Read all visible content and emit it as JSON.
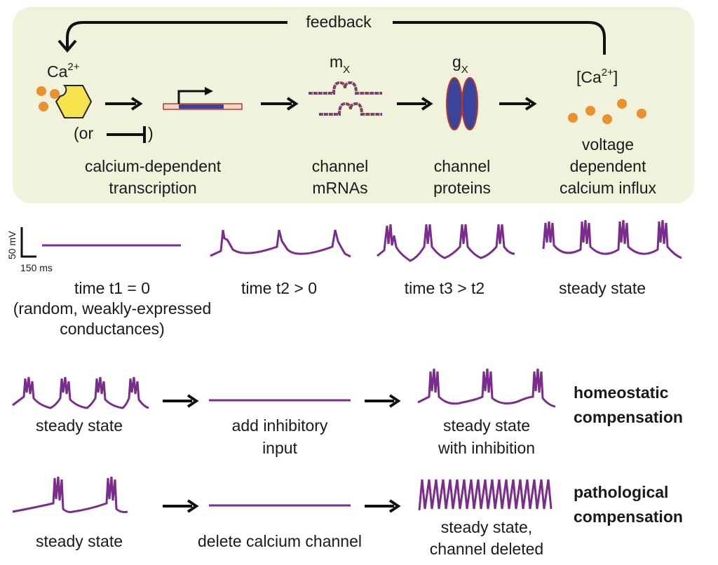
{
  "colors": {
    "panel_bg": "#f1f2dc",
    "trace": "#7b2d8e",
    "calcium_dot": "#e8912d",
    "enzyme": "#f6e24a",
    "gene_fill": "#f5d7c8",
    "gene_outline": "#b33a2a",
    "channel_fill": "#39449a",
    "channel_outline": "#b33a2a",
    "mrna_blue": "#3b4da0",
    "mrna_red": "#c03a2b"
  },
  "icons": [
    "feedback-arrow-icon",
    "calcium-sensor-icon",
    "repression-icon",
    "gene-promoter-icon",
    "mrna-icon",
    "channel-protein-icon",
    "calcium-ions-icon"
  ],
  "pathway": {
    "feedback": "feedback",
    "ca_base": "Ca",
    "ca_sup": "2+",
    "or_text": "(or",
    "or_close": ")",
    "transcription_line1": "calcium-dependent",
    "transcription_line2": "transcription",
    "mx_base": "m",
    "mx_sub": "X",
    "mrna_line1": "channel",
    "mrna_line2": "mRNAs",
    "gx_base": "g",
    "gx_sub": "X",
    "protein_line1": "channel",
    "protein_line2": "proteins",
    "conc_open": "[Ca",
    "conc_sup": "2+",
    "conc_close": "]",
    "influx_line1": "voltage",
    "influx_line2": "dependent",
    "influx_line3": "calcium influx"
  },
  "scale_bar": {
    "voltage": "50 mV",
    "time": "150 ms"
  },
  "time_course": [
    {
      "line1": "time t1 = 0",
      "line2": "(random, weakly-expressed",
      "line3": "conductances)"
    },
    {
      "line1": "time t2 > 0"
    },
    {
      "line1": "time t3 > t2"
    },
    {
      "line1": "steady state"
    }
  ],
  "homeostatic": {
    "before": "steady state",
    "perturb_line1": "add inhibitory",
    "perturb_line2": "input",
    "after_line1": "steady state",
    "after_line2": "with inhibition",
    "title_line1": "homeostatic",
    "title_line2": "compensation"
  },
  "pathological": {
    "before": "steady state",
    "perturb": "delete calcium channel",
    "after_line1": "steady state,",
    "after_line2": "channel deleted",
    "title_line1": "pathological",
    "title_line2": "compensation"
  }
}
